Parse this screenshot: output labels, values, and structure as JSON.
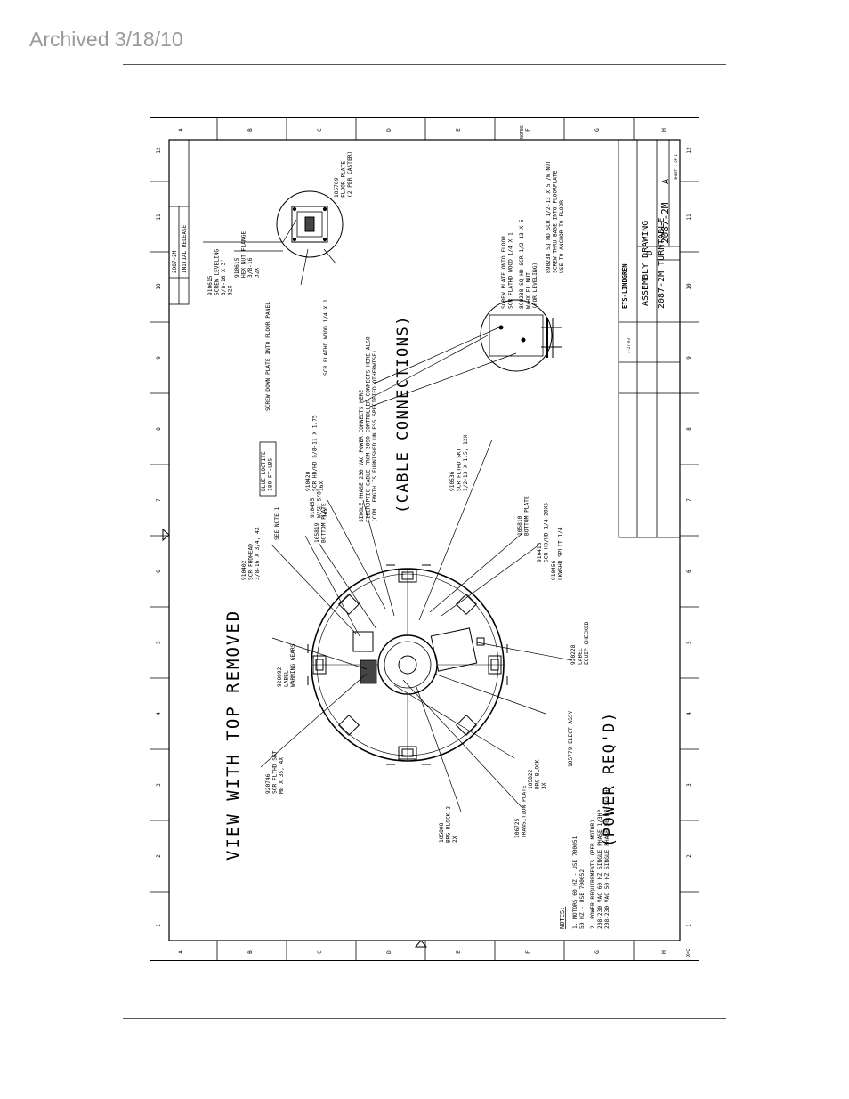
{
  "header": {
    "archived": "Archived 3/18/10"
  },
  "drawing": {
    "row_letters": [
      "A",
      "B",
      "C",
      "D",
      "E",
      "F",
      "G",
      "H"
    ],
    "column_numbers": [
      "12",
      "11",
      "10",
      "9",
      "8",
      "7",
      "6",
      "5",
      "4",
      "3",
      "2",
      "1"
    ],
    "notes_tab": "NOTES",
    "scale_mark": "X=X",
    "views": {
      "top_removed": "VIEW WITH TOP REMOVED",
      "cable_connections": "(CABLE CONNECTIONS)",
      "power_reqd": "(POWER REQ'D)"
    },
    "callouts": {
      "c1": [
        "910615",
        "SCREW LEVELING",
        "3/8-16 X 3\"",
        "32X"
      ],
      "c2": [
        "910615",
        "HEX NUT FLANGE",
        "3/8-16",
        "32X"
      ],
      "c3": [
        "SCREW DOWN PLATE INTO FLOOR PANEL"
      ],
      "c4": [
        "SCR FLATHD WOOD 1/4 X 1"
      ],
      "c5": [
        "105709",
        "FLOOR PLATE",
        "(2 PER CASTER)"
      ],
      "c6": [
        "SCREW PLATE ONTO FLOOR",
        "SCR FLATHD WOOD 1/4 X 1"
      ],
      "c7": [
        "890238 SQ HD SCR 1/2-13 X 5",
        "W/HX FL NUT",
        "(FOR LEVELING)"
      ],
      "c8": [
        "890238 SQ HD SCR 1/2-13 X 5 /W NUT",
        "SCREW THRU BASE INTO FLOORPLATE",
        "USE TO ANCHOR TO FLOOR"
      ],
      "c9": [
        "SINGLE PHASE 230 VAC POWER CONNECTS HERE",
        "FIBEROPTIC CABLE FROM 2090 CONTROLLER CONNECTS HERE ALSO",
        "(COM LENGTH IS FURNISHED UNLESS SPECIFIED OTHERWISE)"
      ],
      "c10": [
        "BLUE LOCTITE",
        "180 FT-LBS"
      ],
      "c11": [
        "910420",
        "SCR HD/HD 5/8-11 X 1.75",
        "16X"
      ],
      "c12": [
        "910455",
        "W/SH 5/8\"",
        "16X"
      ],
      "c13": [
        "105819",
        "BOTTOM PLATE"
      ],
      "c14": [
        "SEE NOTE 1"
      ],
      "c15": [
        "910402",
        "SCR FHDHEAD",
        "3/8-16 X 3/4, 4X"
      ],
      "c16": [
        "910536",
        "SCR FLTHD SKT",
        "1/2-13 X 1.5, 12X"
      ],
      "c17": [
        "105810",
        "BOTTOM PLATE"
      ],
      "c18": [
        "910418",
        "SCR HD/HD 1/4-20X5"
      ],
      "c19": [
        "910456",
        "LKWSHR SPLIT 1/4"
      ],
      "c20": [
        "920092",
        "LABEL",
        "WARNING GEARS"
      ],
      "c21": [
        "920746",
        "SCR FLTHD SKT",
        "M8 X 35, 4X"
      ],
      "c22": [
        "920228",
        "LABEL",
        "EQUIP CHECKED"
      ],
      "c23": [
        "105779 ELECT ASSY"
      ],
      "c24": [
        "105822",
        "BRG BLOCK",
        "3X"
      ],
      "c25": [
        "106725",
        "TRANSITION PLATE"
      ],
      "c26": [
        "105808",
        "BRG BLOCK 2",
        "2X"
      ]
    },
    "notes": {
      "heading": "NOTES:",
      "lines": [
        "1. MOTORS  60 HZ - USE 700051",
        "           50 HZ - USE 700052",
        "2. POWER REQUIREMENTS (PER MOTOR)",
        "208-230 VAC 60 HZ SINGLE PHASE 1/3HP",
        "208-230 VAC 50 HZ SINGLE PHASE 50 HZ 1/3 HP"
      ]
    },
    "title_block": {
      "company": "ETS-LINDGREN",
      "title_line1": "ASSEMBLY DRAWING",
      "title_line2": "2087-2M TURNTABLE",
      "dwg_no": "2087-2M",
      "rev": "A",
      "size": "D",
      "sheet": "SHEET 1 OF 1",
      "revision_entry": "INITIAL RELEASE",
      "rev_block_dwg": "2087-2M",
      "date": "3-27-03"
    }
  }
}
